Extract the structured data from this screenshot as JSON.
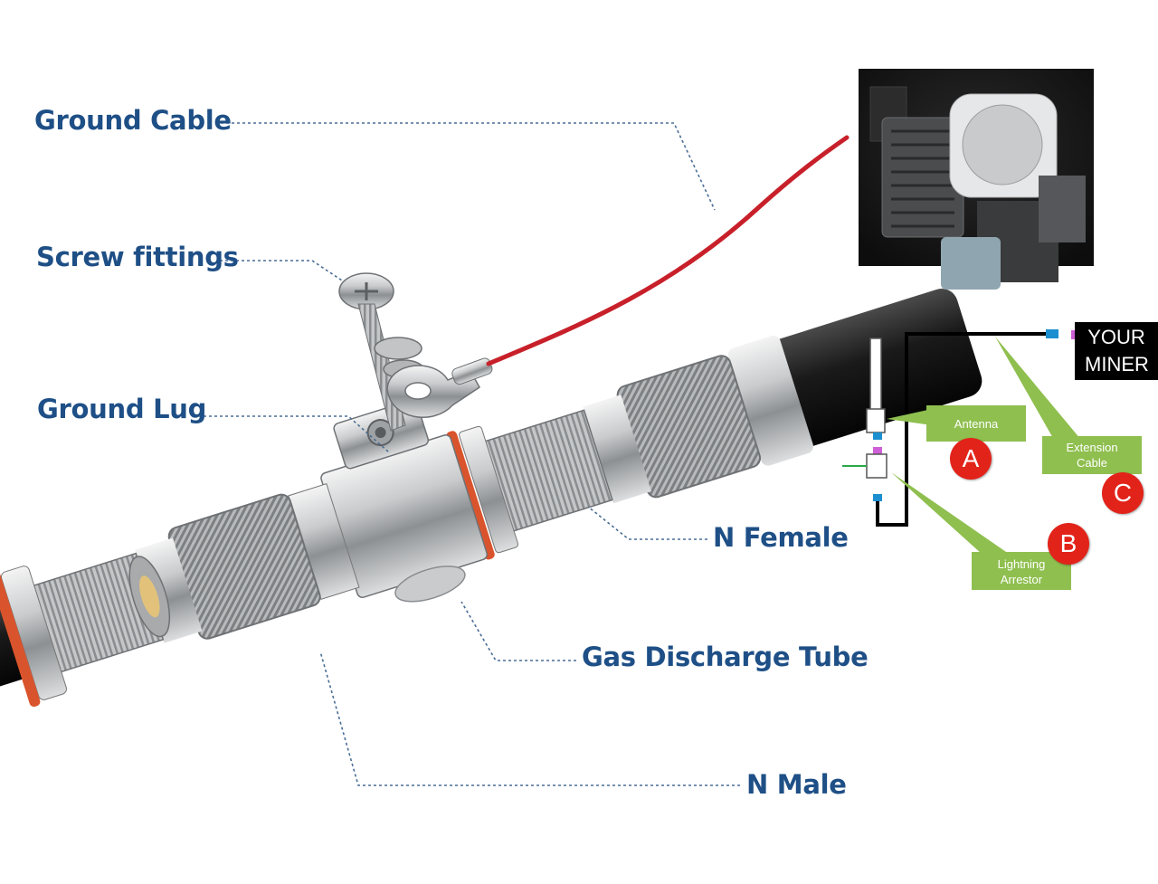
{
  "callouts": {
    "ground_cable": "Ground Cable",
    "screw_fittings": "Screw fittings",
    "ground_lug": "Ground Lug",
    "n_female": "N Female",
    "gas_discharge_tube": "Gas Discharge Tube",
    "n_male": "N Male"
  },
  "setup_diagram": {
    "miner_label": "YOUR MINER",
    "parts": [
      {
        "letter": "A",
        "label": "Antenna"
      },
      {
        "letter": "B",
        "label": "Lightning Arrestor"
      },
      {
        "letter": "C",
        "label": "Extension Cable"
      }
    ]
  },
  "colors": {
    "callout_text": "#1e4f86",
    "leader_line": "#4a6d95",
    "ground_wire": "#c8202a",
    "label_box": "#8fbf4f",
    "letter_circle": "#e2231a",
    "cable": "#1b1b1b"
  }
}
